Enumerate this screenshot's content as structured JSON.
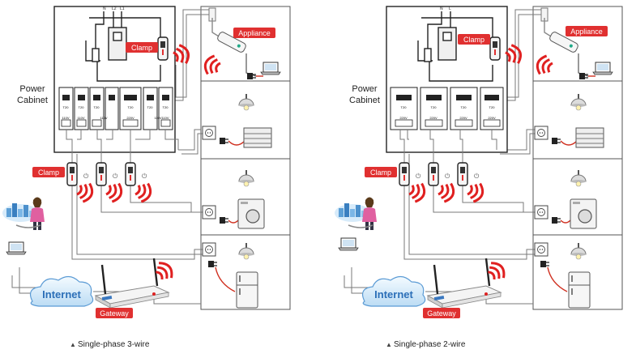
{
  "left": {
    "power_cabinet": [
      "Power",
      "Cabinet"
    ],
    "clamp_top": "Clamp",
    "clamp_bottom": "Clamp",
    "appliance": "Appliance",
    "internet": "Internet",
    "gateway": "Gateway",
    "caption": "Single-phase 3-wire",
    "wire_labels": [
      "N",
      "L2",
      "L1"
    ],
    "breakers": [
      {
        "amps": "T20",
        "volts": "110V"
      },
      {
        "amps": "T20",
        "volts": "110V"
      },
      {
        "amps": "T20",
        "volts": "110V"
      },
      {
        "amps": "T20",
        "volts": "220V"
      },
      {
        "amps": "T20",
        "volts": "110V"
      },
      {
        "amps": "T20",
        "volts": "110V"
      }
    ]
  },
  "right": {
    "power_cabinet": [
      "Power",
      "Cabinet"
    ],
    "clamp_top": "Clamp",
    "clamp_bottom": "Clamp",
    "appliance": "Appliance",
    "internet": "Internet",
    "gateway": "Gateway",
    "caption": "Single-phase 2-wire",
    "wire_labels": [
      "N",
      "L"
    ],
    "breakers": [
      {
        "amps": "T20",
        "volts": "220V"
      },
      {
        "amps": "T20",
        "volts": "220V"
      },
      {
        "amps": "T20",
        "volts": "220V"
      },
      {
        "amps": "T20",
        "volts": "220V"
      }
    ]
  },
  "colors": {
    "clamp_red": "#e03030",
    "wave_red": "#e02020",
    "internet_blue": "#2b6fb8",
    "line_gray": "#7a7a7a"
  }
}
